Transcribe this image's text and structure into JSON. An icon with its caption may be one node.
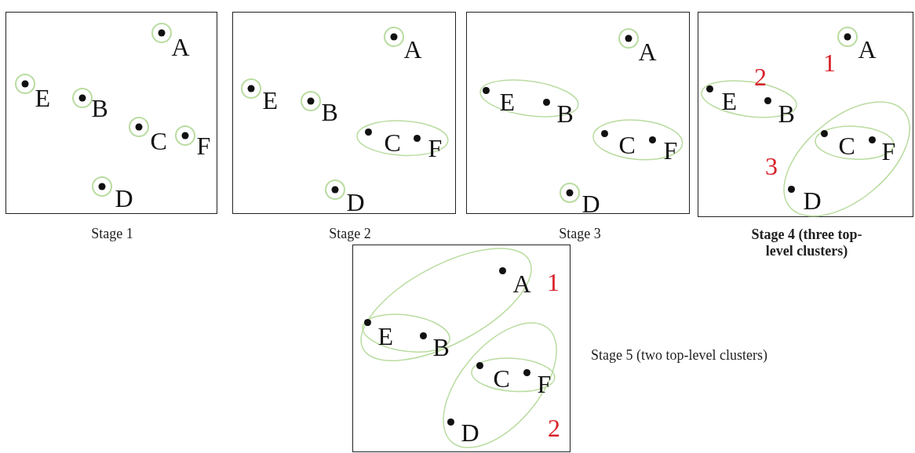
{
  "diagram": {
    "nodes": [
      {
        "text": [],
        "shape": "box",
        "beside": [
          "Stage 1"
        ]
      },
      {
        "text": [],
        "shape": "circle",
        "in": 0,
        "beside": [
          "A"
        ]
      },
      {
        "text": [],
        "shape": "circle",
        "in": 0,
        "beside": [
          "E"
        ]
      },
      {
        "text": [],
        "shape": "circle",
        "in": 0,
        "beside": [
          "B"
        ]
      },
      {
        "text": [],
        "shape": "circle",
        "in": 0,
        "beside": [
          "C"
        ]
      },
      {
        "text": [],
        "shape": "circle",
        "in": 0,
        "beside": [
          "F"
        ]
      },
      {
        "text": [],
        "shape": "circle",
        "in": 0,
        "beside": [
          "D"
        ]
      },
      {
        "text": [],
        "shape": "box",
        "beside": [
          "Stage 2"
        ]
      },
      {
        "text": [],
        "shape": "circle",
        "in": 7,
        "beside": [
          "A"
        ]
      },
      {
        "text": [],
        "shape": "circle",
        "in": 7,
        "beside": [
          "E"
        ]
      },
      {
        "text": [],
        "shape": "circle",
        "in": 7,
        "beside": [
          "B"
        ]
      },
      {
        "text": [],
        "shape": "ellipse",
        "in": 7
      },
      {
        "text": [
          "C"
        ],
        "in": 11
      },
      {
        "text": [
          "F"
        ],
        "in": 11
      },
      {
        "text": [],
        "shape": "circle",
        "in": 7,
        "beside": [
          "D"
        ]
      },
      {
        "text": [],
        "shape": "box",
        "beside": [
          "Stage 3"
        ]
      },
      {
        "text": [],
        "shape": "circle",
        "in": 15,
        "beside": [
          "A"
        ]
      },
      {
        "text": [],
        "shape": "ellipse",
        "in": 15
      },
      {
        "text": [
          "E"
        ],
        "in": 17
      },
      {
        "text": [
          "B"
        ],
        "in": 17
      },
      {
        "text": [],
        "shape": "ellipse",
        "in": 15
      },
      {
        "text": [
          "C"
        ],
        "in": 20
      },
      {
        "text": [
          "F"
        ],
        "in": 20
      },
      {
        "text": [],
        "shape": "circle",
        "in": 15,
        "beside": [
          "D"
        ]
      },
      {
        "text": [],
        "shape": "box",
        "beside": [
          "Stage 4 (three top-level clusters)"
        ]
      },
      {
        "text": [],
        "shape": "circle",
        "in": 24,
        "beside": [
          "A"
        ]
      },
      {
        "text": [],
        "shape": "ellipse",
        "in": 24
      },
      {
        "text": [
          "E"
        ],
        "in": 26
      },
      {
        "text": [
          "B"
        ],
        "in": 26
      },
      {
        "text": [],
        "shape": "ellipse",
        "in": 24
      },
      {
        "text": [],
        "shape": "ellipse",
        "in": 29
      },
      {
        "text": [
          "C"
        ],
        "in": 30
      },
      {
        "text": [
          "F"
        ],
        "in": 30
      },
      {
        "text": [
          "D"
        ],
        "in": 29
      },
      {
        "text": [],
        "shape": "box",
        "beside": [
          "Stage 5 (two top-level clusters)"
        ]
      },
      {
        "text": [],
        "shape": "ellipse",
        "in": 34
      },
      {
        "text": [
          "A"
        ],
        "in": 35
      },
      {
        "text": [],
        "shape": "ellipse",
        "in": 35
      },
      {
        "text": [
          "E"
        ],
        "in": 37
      },
      {
        "text": [
          "B"
        ],
        "in": 37
      },
      {
        "text": [],
        "shape": "ellipse",
        "in": 34
      },
      {
        "text": [],
        "shape": "ellipse",
        "in": 40
      },
      {
        "text": [
          "C"
        ],
        "in": 41
      },
      {
        "text": [
          "F"
        ],
        "in": 41
      },
      {
        "text": [
          "D"
        ],
        "in": 40
      }
    ],
    "labels": [
      "1",
      "2",
      "3",
      "1",
      "2"
    ]
  }
}
